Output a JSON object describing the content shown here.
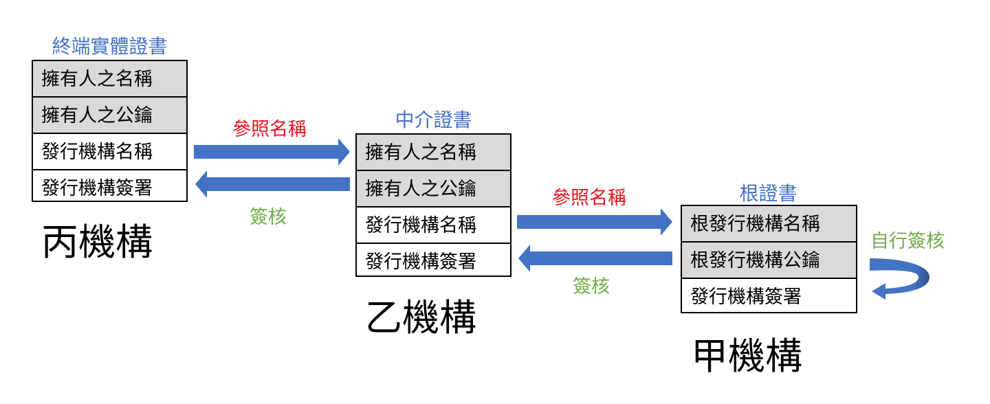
{
  "certs": [
    {
      "title": "終端實體證書",
      "rows": [
        "擁有人之名稱",
        "擁有人之公鑰",
        "發行機構名稱",
        "發行機構簽署"
      ],
      "org": "丙機構"
    },
    {
      "title": "中介證書",
      "rows": [
        "擁有人之名稱",
        "擁有人之公鑰",
        "發行機構名稱",
        "發行機構簽署"
      ],
      "org": "乙機構"
    },
    {
      "title": "根證書",
      "rows": [
        "根發行機構名稱",
        "根發行機構公鑰",
        "發行機構簽署"
      ],
      "org": "甲機構"
    }
  ],
  "links": [
    {
      "reference_label": "參照名稱",
      "verify_label": "簽核"
    },
    {
      "reference_label": "參照名稱",
      "verify_label": "簽核"
    }
  ],
  "self_verify_label": "自行簽核",
  "colors": {
    "title_blue": "#4472C4",
    "arrow_blue": "#4472C4",
    "reference_red": "#E8141E",
    "verify_green": "#70AD47",
    "shaded_row": "#D9D9D9"
  }
}
